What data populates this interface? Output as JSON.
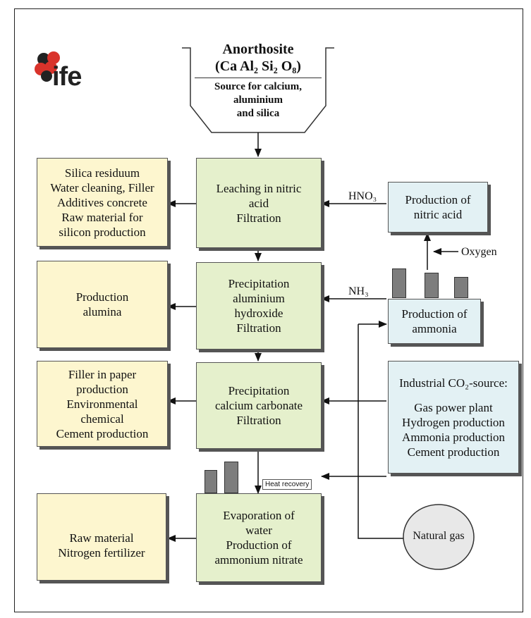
{
  "logo": {
    "text": "ife"
  },
  "source": {
    "title": "Anorthosite",
    "formula": "(Ca Al₂ Si₂ O₈)",
    "line1": "Source for calcium,",
    "line2": "aluminium",
    "line3": "and silica"
  },
  "process": {
    "leaching": [
      "Leaching in nitric",
      "acid",
      "Filtration"
    ],
    "precip_al": [
      "Precipitation",
      "aluminium",
      "hydroxide",
      "Filtration"
    ],
    "precip_ca": [
      "Precipitation",
      "calcium carbonate",
      "Filtration"
    ],
    "evaporation": [
      "Evaporation of",
      "water",
      "Production of",
      "ammonium nitrate"
    ]
  },
  "products": {
    "silica": [
      "Silica residuum",
      "Water cleaning,  Filler",
      "Additives concrete",
      "Raw material for",
      "silicon production"
    ],
    "alumina": [
      "Production",
      "alumina"
    ],
    "caco3": [
      "Filler in paper",
      "production",
      "Environmental",
      "chemical",
      "Cement production"
    ],
    "fertilizer": [
      "Raw material",
      "Nitrogen fertilizer"
    ]
  },
  "inputs": {
    "nitric": [
      "Production of",
      "nitric acid"
    ],
    "ammonia": [
      "Production of",
      "ammonia"
    ],
    "co2_title": "Industrial CO₂-source:",
    "co2_items": [
      "Gas power plant",
      "Hydrogen production",
      "Ammonia production",
      "Cement production"
    ],
    "natural_gas": "Natural gas"
  },
  "labels": {
    "hno3": "HNO₃",
    "nh3": "NH₃",
    "oxygen": "Oxygen",
    "heat_recovery": "Heat recovery"
  },
  "colors": {
    "product_fill": "#fdf6cf",
    "process_fill": "#e5f0cc",
    "input_fill": "#e3f1f4",
    "logo_red": "#d9332b",
    "logo_dark": "#222222"
  }
}
